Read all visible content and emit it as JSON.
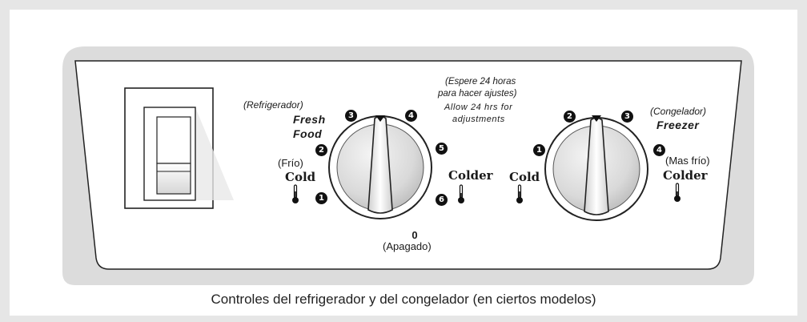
{
  "colors": {
    "page_bg": "#e6e6e6",
    "panel_bg": "#dcdcdc",
    "face_bg": "#ffffff",
    "ink": "#1a1a1a"
  },
  "fridge": {
    "spanish_name": "(Refrigerador)",
    "name_line1": "Fresh",
    "name_line2": "Food",
    "cold_spanish": "(Frío)",
    "cold": "Cold",
    "colder": "Colder",
    "off_number": "0",
    "off_label": "(Apagado)",
    "numbers": [
      "1",
      "2",
      "3",
      "4",
      "5",
      "6"
    ]
  },
  "note": {
    "spanish_line1": "(Espere 24 horas",
    "spanish_line2": "para hacer ajustes)",
    "english_line1": "Allow 24 hrs for",
    "english_line2": "adjustments"
  },
  "freezer": {
    "spanish_name": "(Congelador)",
    "name": "Freezer",
    "cold": "Cold",
    "colder_spanish": "(Mas frío)",
    "colder": "Colder",
    "numbers": [
      "1",
      "2",
      "3",
      "4"
    ]
  },
  "caption": "Controles del refrigerador y del congelador (en ciertos modelos)"
}
